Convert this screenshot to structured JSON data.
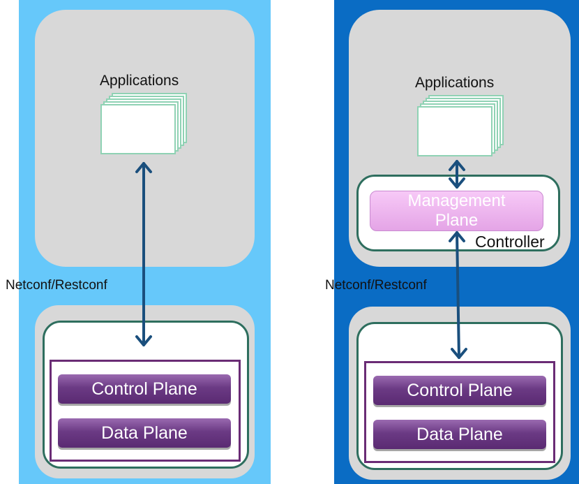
{
  "left": {
    "applications_label": "Applications",
    "protocol_label": "Netconf/Restconf",
    "control_plane_label": "Control Plane",
    "data_plane_label": "Data Plane"
  },
  "right": {
    "applications_label": "Applications",
    "management_plane_line1": "Management",
    "management_plane_line2": "Plane",
    "controller_label": "Controller",
    "protocol_label": "Netconf/Restconf",
    "control_plane_label": "Control Plane",
    "data_plane_label": "Data Plane"
  },
  "colors": {
    "left_background": "#66c8fa",
    "right_background": "#0a6cc4",
    "arrow": "#1a4f7d",
    "device_border": "#2e6e5e",
    "plane_purple": "#6b3a84",
    "management_pink": "#e4a4e6",
    "app_card_border": "#8fd2b4"
  },
  "icons": {
    "applications": "stacked-window-cards-icon",
    "connection": "bidirectional-arrow-icon"
  }
}
